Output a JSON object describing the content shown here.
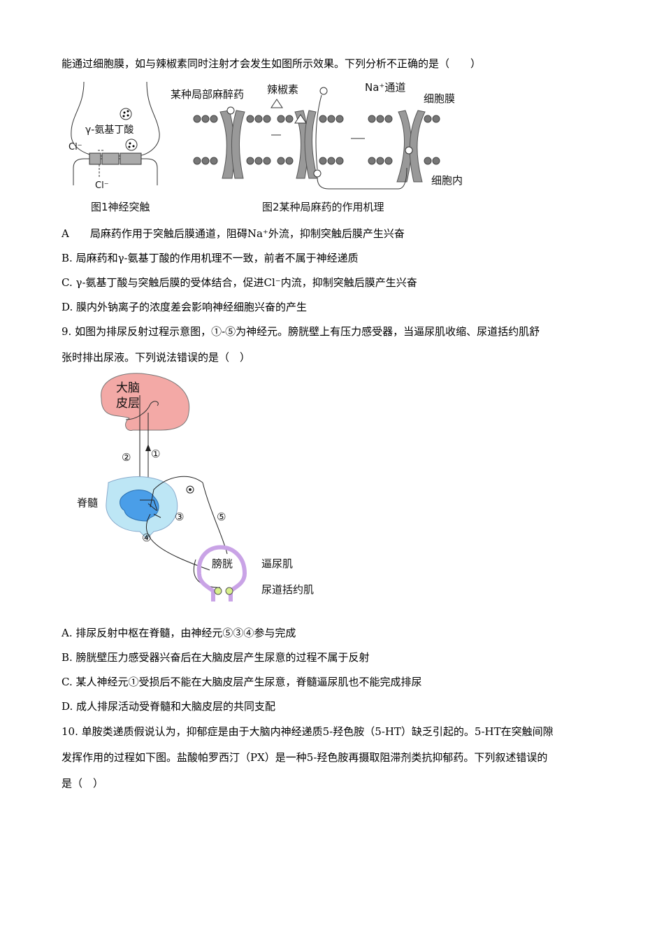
{
  "q8": {
    "stem_tail": "能通过细胞膜，如与辣椒素同时注射才会发生如图所示效果。下列分析不正确的是（　　）",
    "fig1": {
      "caption": "图1神经突触",
      "gaba": "γ-氨基丁酸",
      "cl_top": "Cl⁻",
      "cl_bottom": "Cl⁻"
    },
    "fig2": {
      "caption": "图2某种局麻药的作用机理",
      "anesthetic": "某种局部麻醉药",
      "capsaicin": "辣椒素",
      "na_channel": "Na⁺通道",
      "membrane": "细胞膜",
      "inside": "细胞内"
    },
    "options": [
      {
        "label": "A",
        "text": "局麻药作用于突触后膜通道，阻碍Na⁺外流，抑制突触后膜产生兴奋"
      },
      {
        "label": "B.",
        "text": "局麻药和γ-氨基丁酸的作用机理不一致，前者不属于神经递质"
      },
      {
        "label": "C.",
        "text": "γ-氨基丁酸与突触后膜的受体结合，促进Cl⁻内流，抑制突触后膜产生兴奋"
      },
      {
        "label": "D.",
        "text": "膜内外钠离子的浓度差会影响神经细胞兴奋的产生"
      }
    ]
  },
  "q9": {
    "stem_line1": "9. 如图为排尿反射过程示意图，①-⑤为神经元。膀胱壁上有压力感受器，当逼尿肌收缩、尿道括约肌舒",
    "stem_line2": "张时排出尿液。下列说法错误的是（　）",
    "fig": {
      "cortex_1": "大脑",
      "cortex_2": "皮层",
      "spinal": "脊髓",
      "bladder": "膀胱",
      "detrusor": "逼尿肌",
      "sphincter": "尿道括约肌",
      "n1": "①",
      "n2": "②",
      "n3": "③",
      "n4": "④",
      "n5": "⑤"
    },
    "options": [
      {
        "text": "A. 排尿反射中枢在脊髓，由神经元⑤③④参与完成"
      },
      {
        "text": "B. 膀胱壁压力感受器兴奋后在大脑皮层产生尿意的过程不属于反射"
      },
      {
        "text": "C. 某人神经元①受损后不能在大脑皮层产生尿意，脊髓逼尿肌也不能完成排尿"
      },
      {
        "text": "D. 成人排尿活动受脊髓和大脑皮层的共同支配"
      }
    ]
  },
  "q10": {
    "line1": "10. 单胺类递质假说认为，抑郁症是由于大脑内神经递质5-羟色胺（5-HT）缺乏引起的。5-HT在突触间隙",
    "line2": "发挥作用的过程如下图。盐酸帕罗西汀（PX）是一种5-羟色胺再摄取阻滞剂类抗抑郁药。下列叙述错误的",
    "line3": "是（　）"
  }
}
